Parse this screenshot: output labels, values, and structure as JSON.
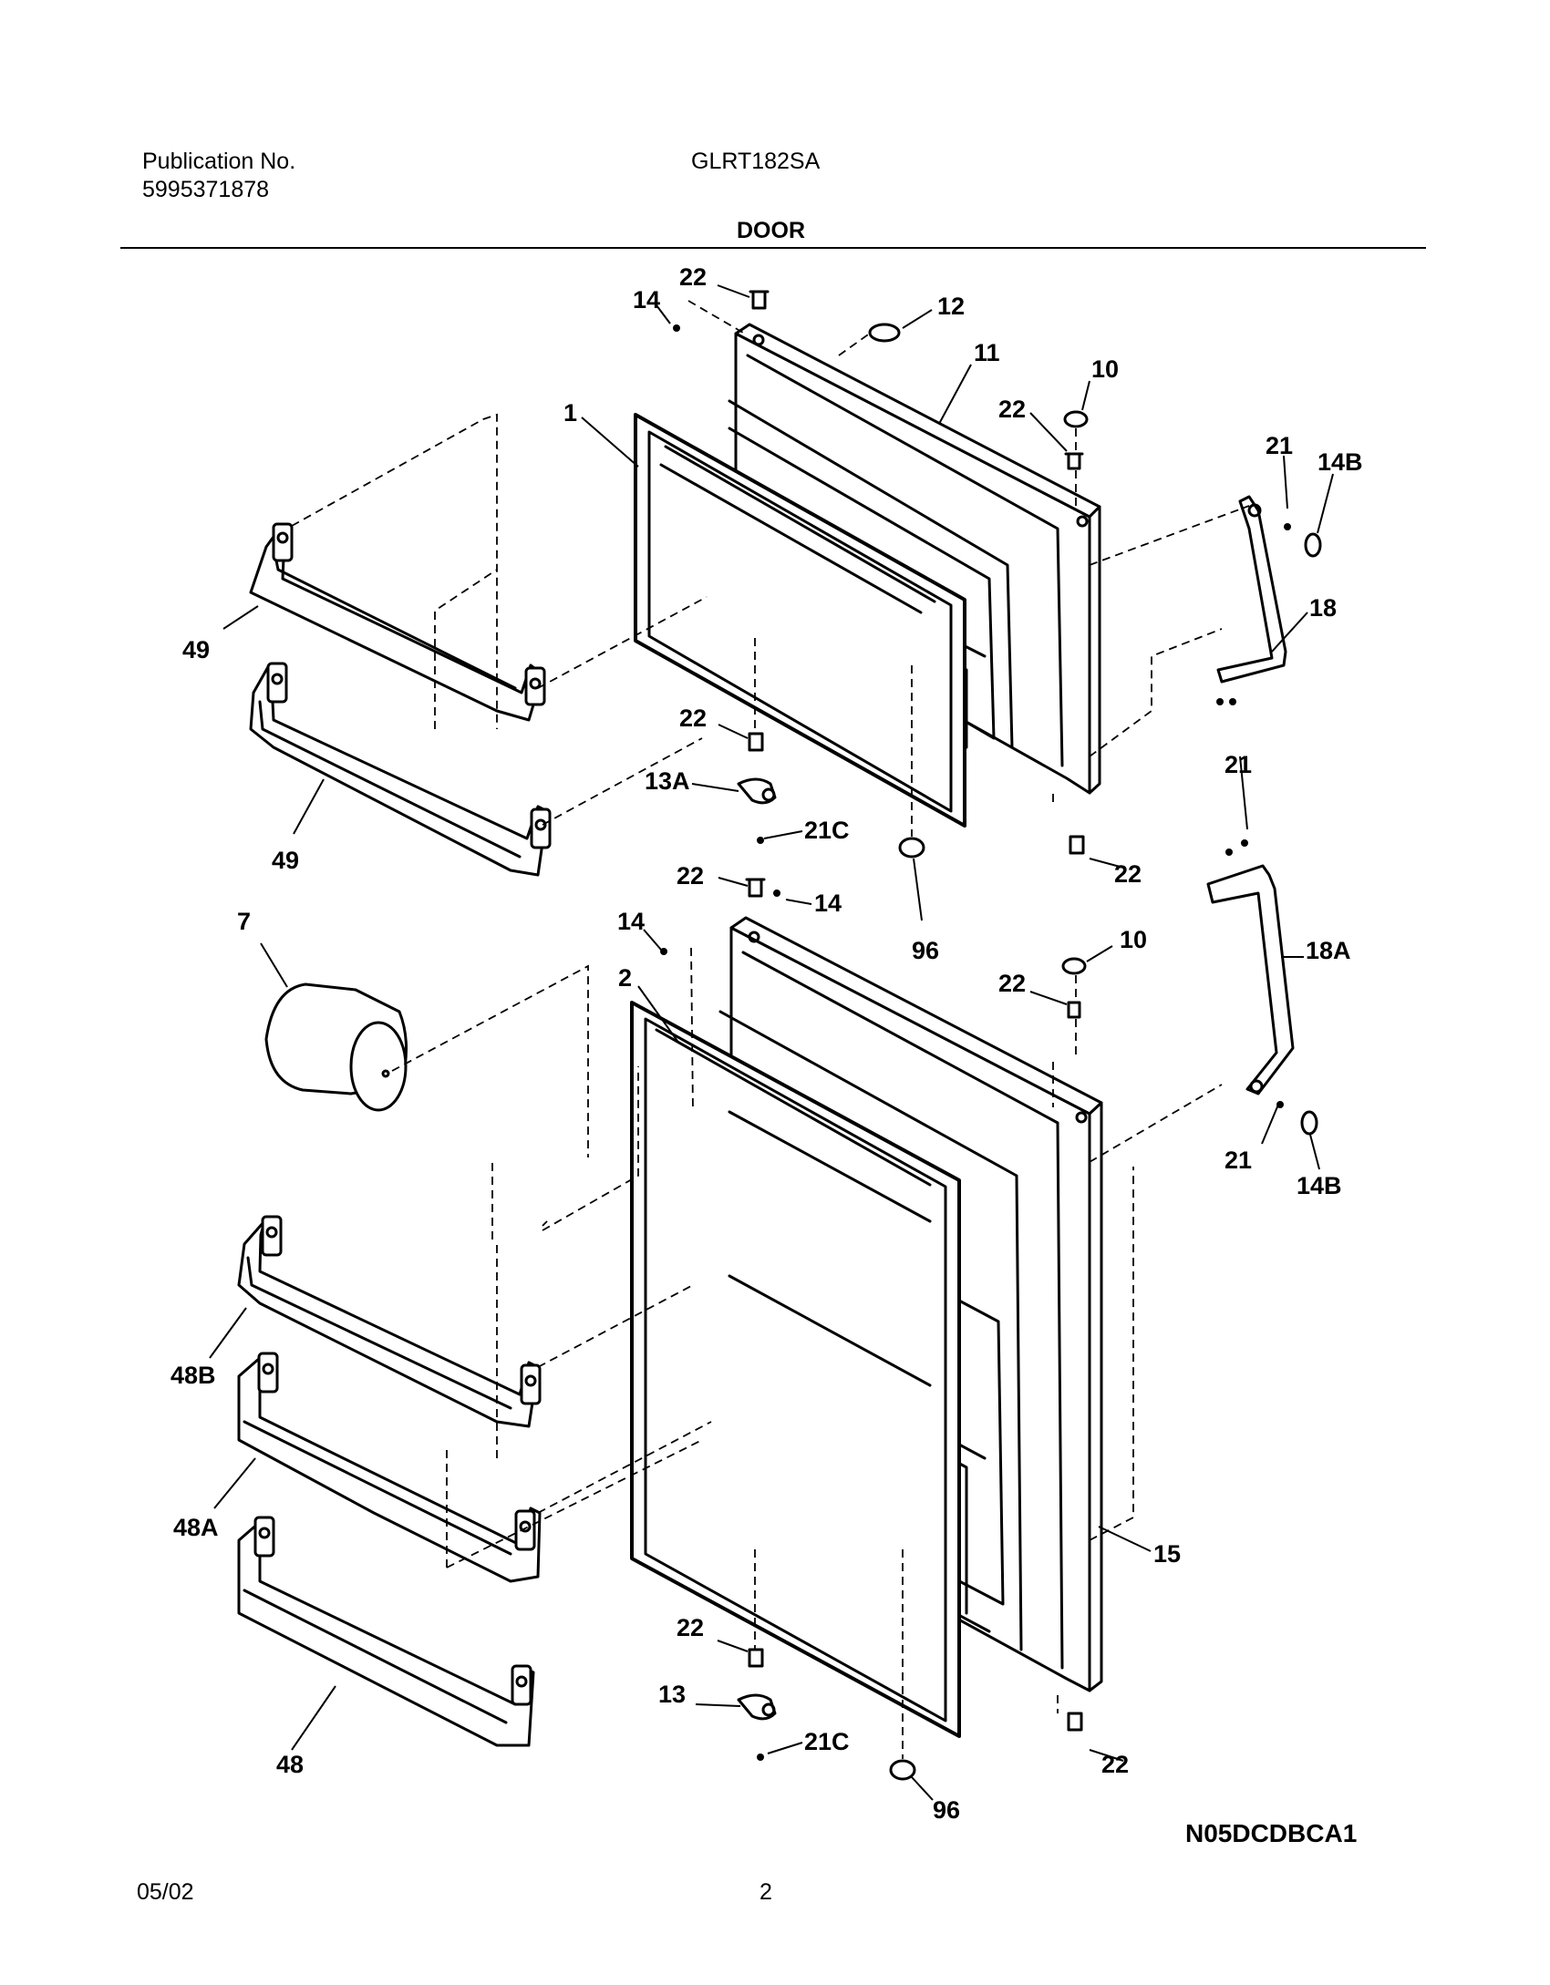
{
  "header": {
    "publication_label": "Publication No.",
    "publication_number": "5995371878",
    "model": "GLRT182SA",
    "section_title": "DOOR"
  },
  "diagram": {
    "callouts": {
      "c22_top": "22",
      "c14_top": "14",
      "c12": "12",
      "c11": "11",
      "c10_top": "10",
      "c22_10_top": "22",
      "c1": "1",
      "c21_top": "21",
      "c14b_top": "14B",
      "c18": "18",
      "c49_top": "49",
      "c49_bottom": "49",
      "c22_mid_left": "22",
      "c13a": "13A",
      "c21c_top": "21C",
      "c21_mid": "21",
      "c22_mid_right": "22",
      "c22_lower_top": "22",
      "c14_lower_right": "14",
      "c14_lower_left": "14",
      "c7": "7",
      "c96_top": "96",
      "c10_lower": "10",
      "c2": "2",
      "c22_10_lower": "22",
      "c18a": "18A",
      "c21_lower": "21",
      "c14b_lower": "14B",
      "c48b": "48B",
      "c48a": "48A",
      "c15": "15",
      "c22_bottom_left": "22",
      "c13": "13",
      "c21c_bottom": "21C",
      "c48": "48",
      "c22_bottom_right": "22",
      "c96_bottom": "96"
    },
    "code": "N05DCDBCA1"
  },
  "footer": {
    "date": "05/02",
    "page_number": "2"
  }
}
